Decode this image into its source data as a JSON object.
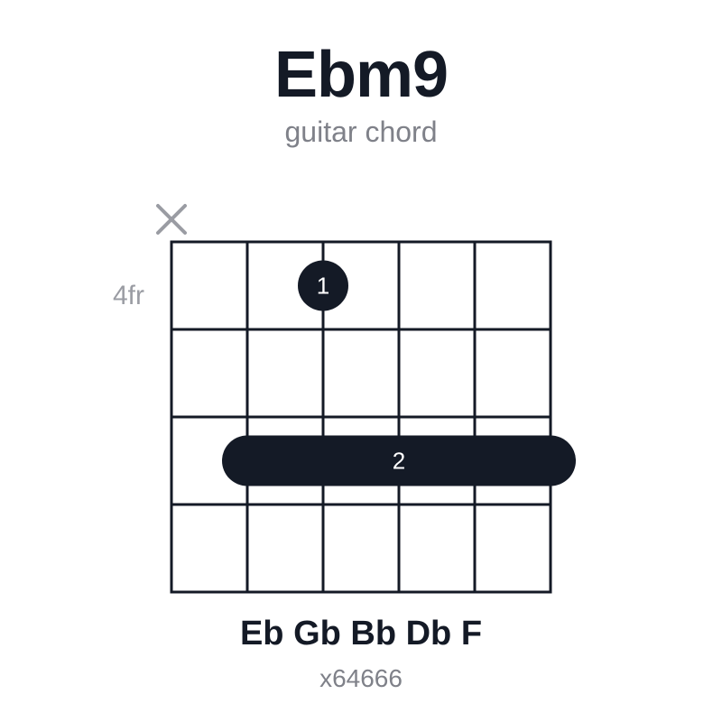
{
  "chord": {
    "name": "Ebm9",
    "subtitle": "guitar chord",
    "notes": "Eb Gb Bb Db F",
    "shape": "x64666"
  },
  "diagram": {
    "strings": 6,
    "frets_shown": 4,
    "base_fret_label": "4fr",
    "muted_strings": [
      1
    ],
    "fingers": [
      {
        "string": 3,
        "fret": 1,
        "label": "1"
      }
    ],
    "barres": [
      {
        "from_string": 2,
        "to_string": 6,
        "fret": 3,
        "label": "2"
      }
    ],
    "colors": {
      "ink": "#141a26",
      "muted_marker": "#9a9ca3",
      "label_gray": "#9a9ca3",
      "finger_text": "#ffffff"
    }
  }
}
